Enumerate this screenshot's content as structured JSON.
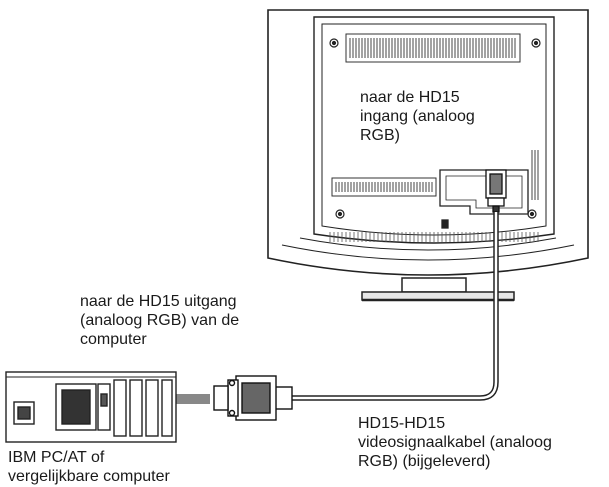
{
  "labels": {
    "monitor_input": [
      "naar de HD15",
      "ingang (analoog",
      "RGB)"
    ],
    "computer_output": [
      "naar de HD15 uitgang",
      "(analoog RGB) van de",
      "computer"
    ],
    "cable": [
      "HD15-HD15",
      "videosignaalkabel (analoog",
      "RGB) (bijgeleverd)"
    ],
    "computer": [
      "IBM PC/AT of",
      "vergelijkbare computer"
    ]
  }
}
